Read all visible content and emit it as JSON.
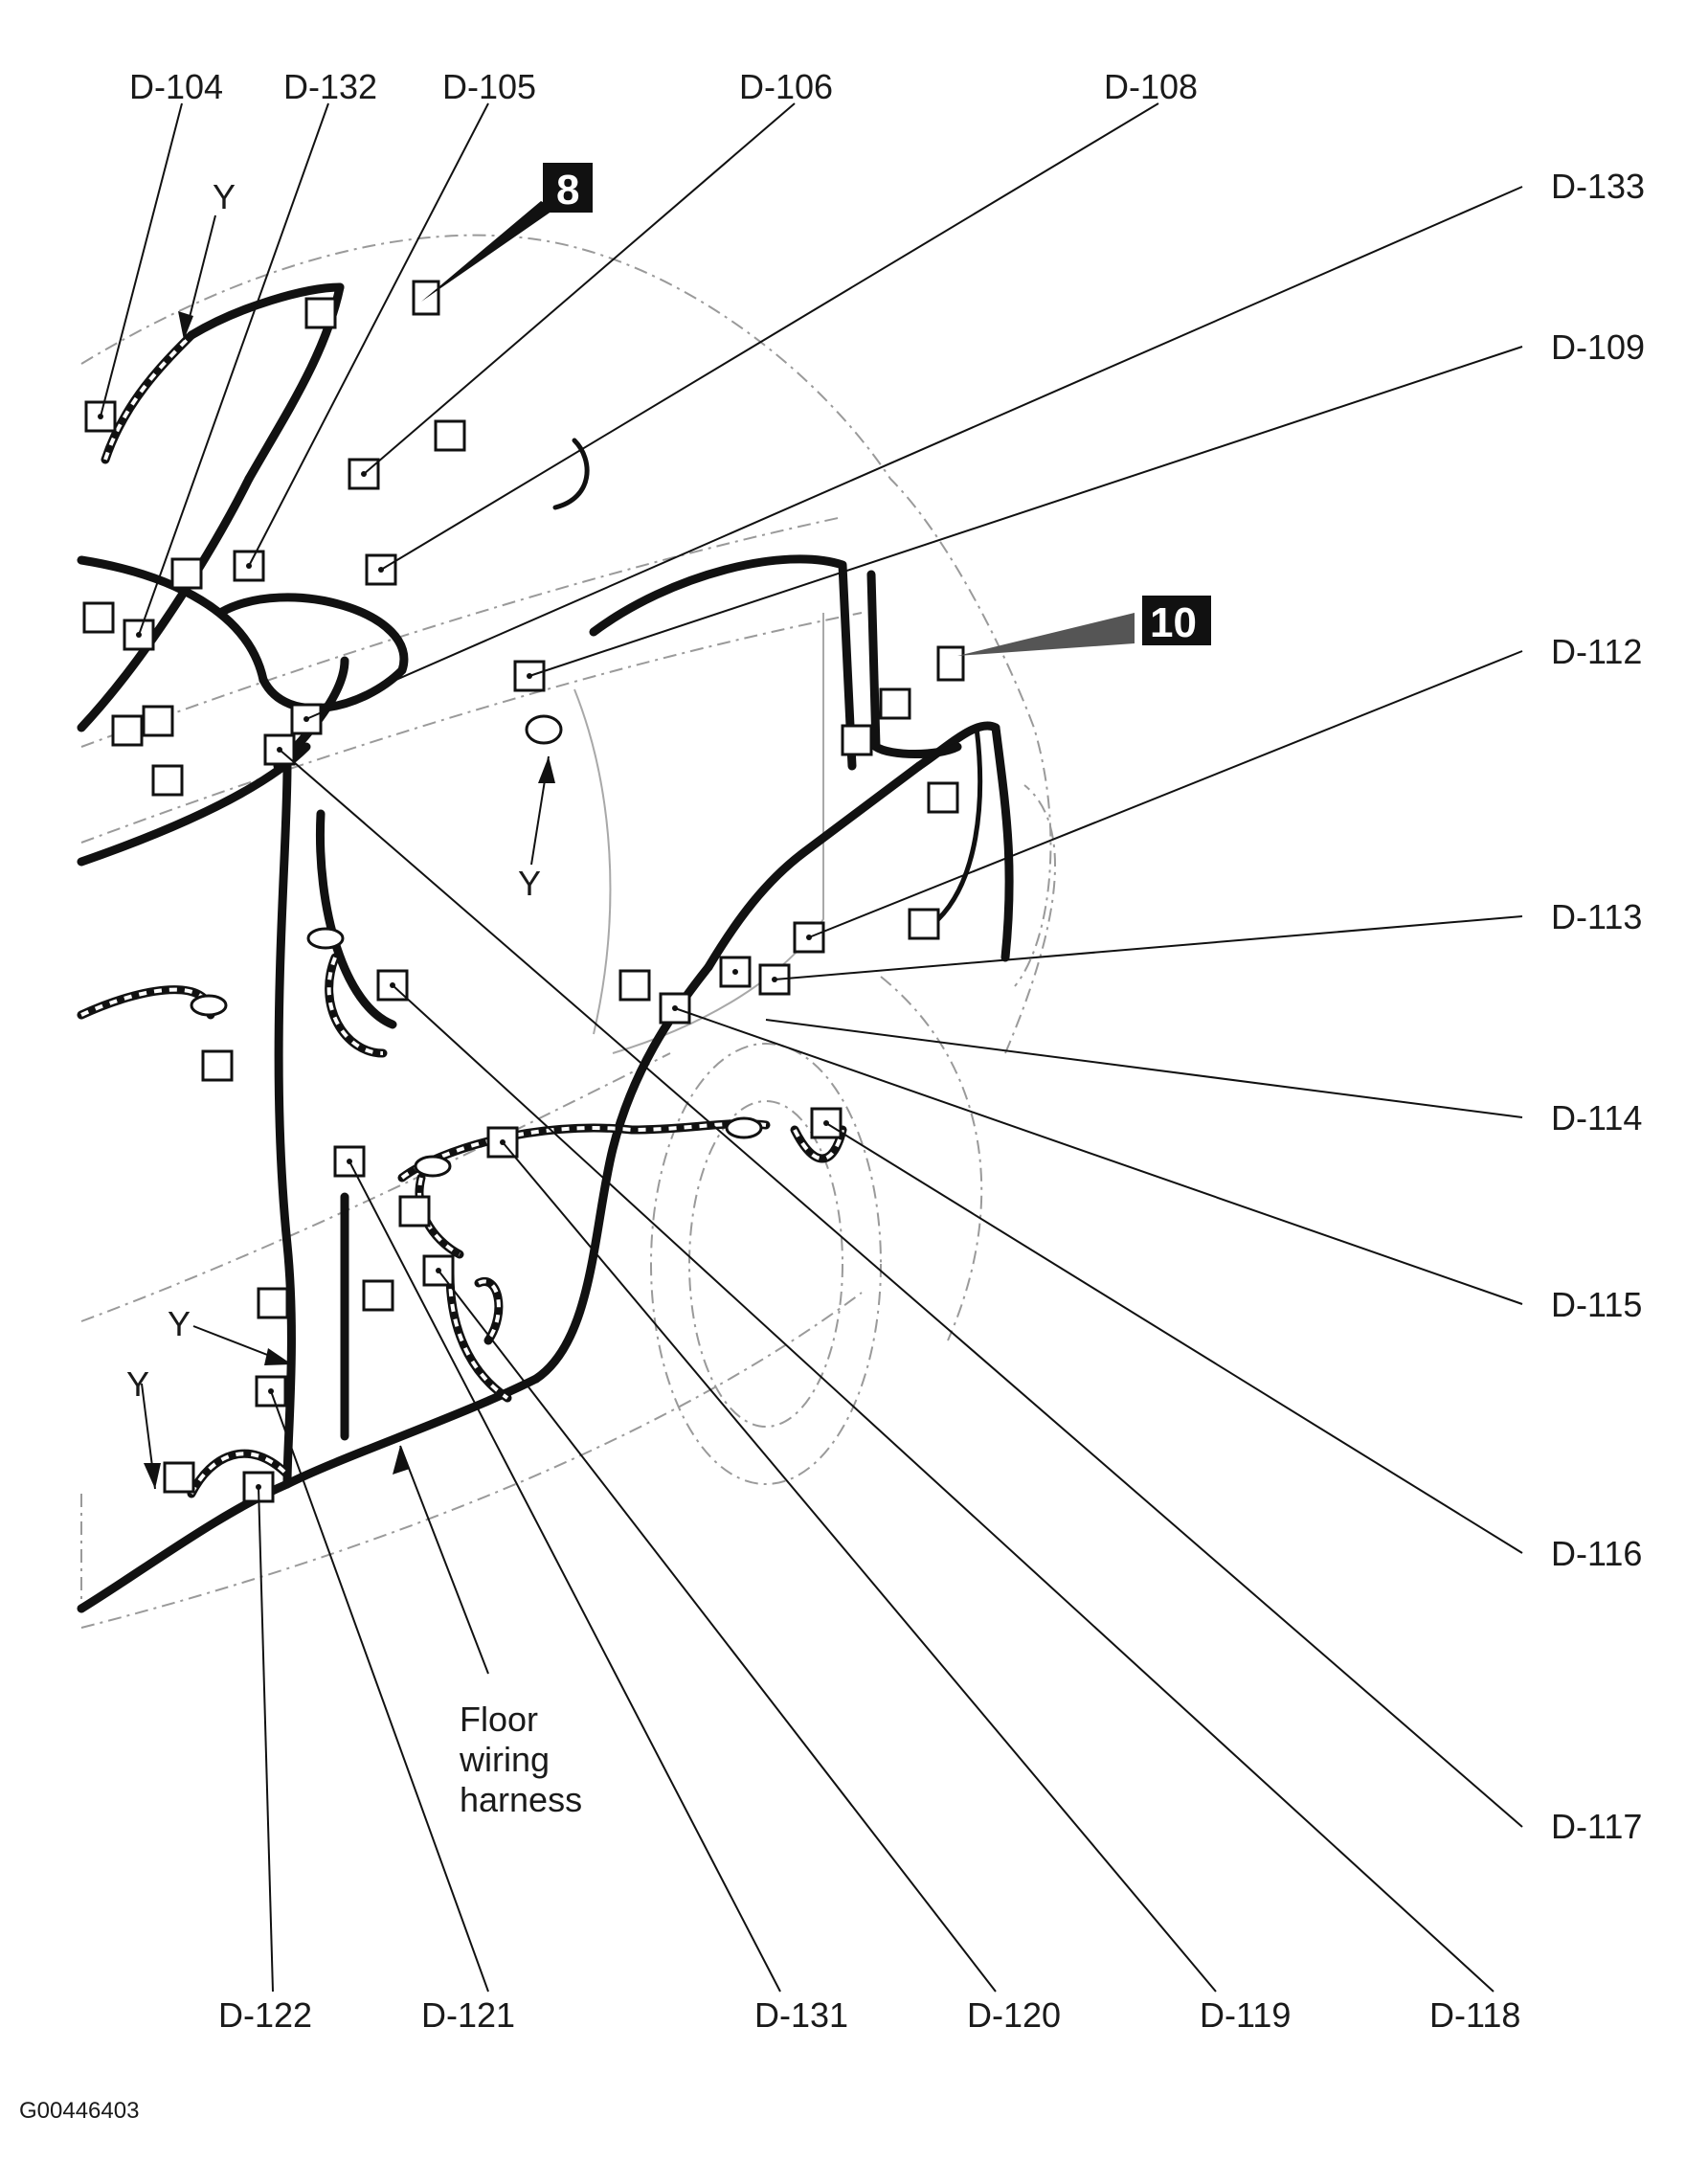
{
  "diagram": {
    "figure_id": "G00446403",
    "callouts": {
      "badge_8": "8",
      "badge_10": "10"
    },
    "harness_label_lines": [
      "Floor",
      "wiring",
      "harness"
    ],
    "y_marker": "Y",
    "connectors_top": [
      "D-104",
      "D-132",
      "D-105",
      "D-106",
      "D-108"
    ],
    "connectors_right": [
      "D-133",
      "D-109",
      "D-112",
      "D-113",
      "D-114",
      "D-115",
      "D-116",
      "D-117"
    ],
    "connectors_bottom": [
      "D-122",
      "D-121",
      "D-131",
      "D-120",
      "D-119",
      "D-118"
    ]
  }
}
